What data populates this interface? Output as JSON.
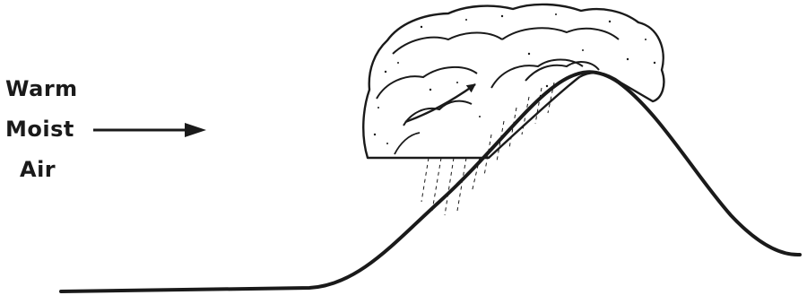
{
  "labels": {
    "line1": "Warm",
    "line2": "Moist",
    "line3": "Air"
  },
  "colors": {
    "ink": "#1a1a1a",
    "cloud_fill": "#ffffff"
  },
  "icons": {
    "wind_arrow": "arrow-right-icon",
    "updraft_arrow": "curved-arrow-icon",
    "rain": "rain-streaks-icon"
  }
}
